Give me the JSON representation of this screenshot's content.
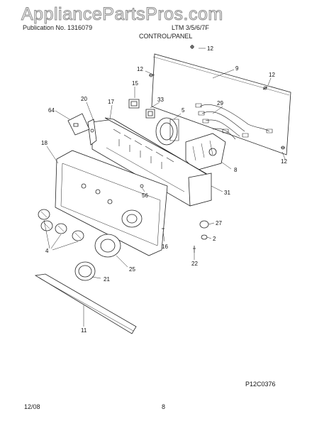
{
  "watermark": "AppliancePartsPros.com",
  "header": {
    "left": "Publication No. 1316079",
    "model": "LTM 3/5/6/7F",
    "section": "CONTROL/PANEL"
  },
  "callouts": [
    "12",
    "9",
    "12",
    "12",
    "15",
    "33",
    "20",
    "17",
    "29",
    "5",
    "64",
    "18",
    "12",
    "8",
    "56",
    "31",
    "27",
    "2",
    "4",
    "16",
    "22",
    "25",
    "21",
    "11"
  ],
  "figure_code": "P12C0376",
  "footer": {
    "date": "12/08",
    "page": "8"
  }
}
